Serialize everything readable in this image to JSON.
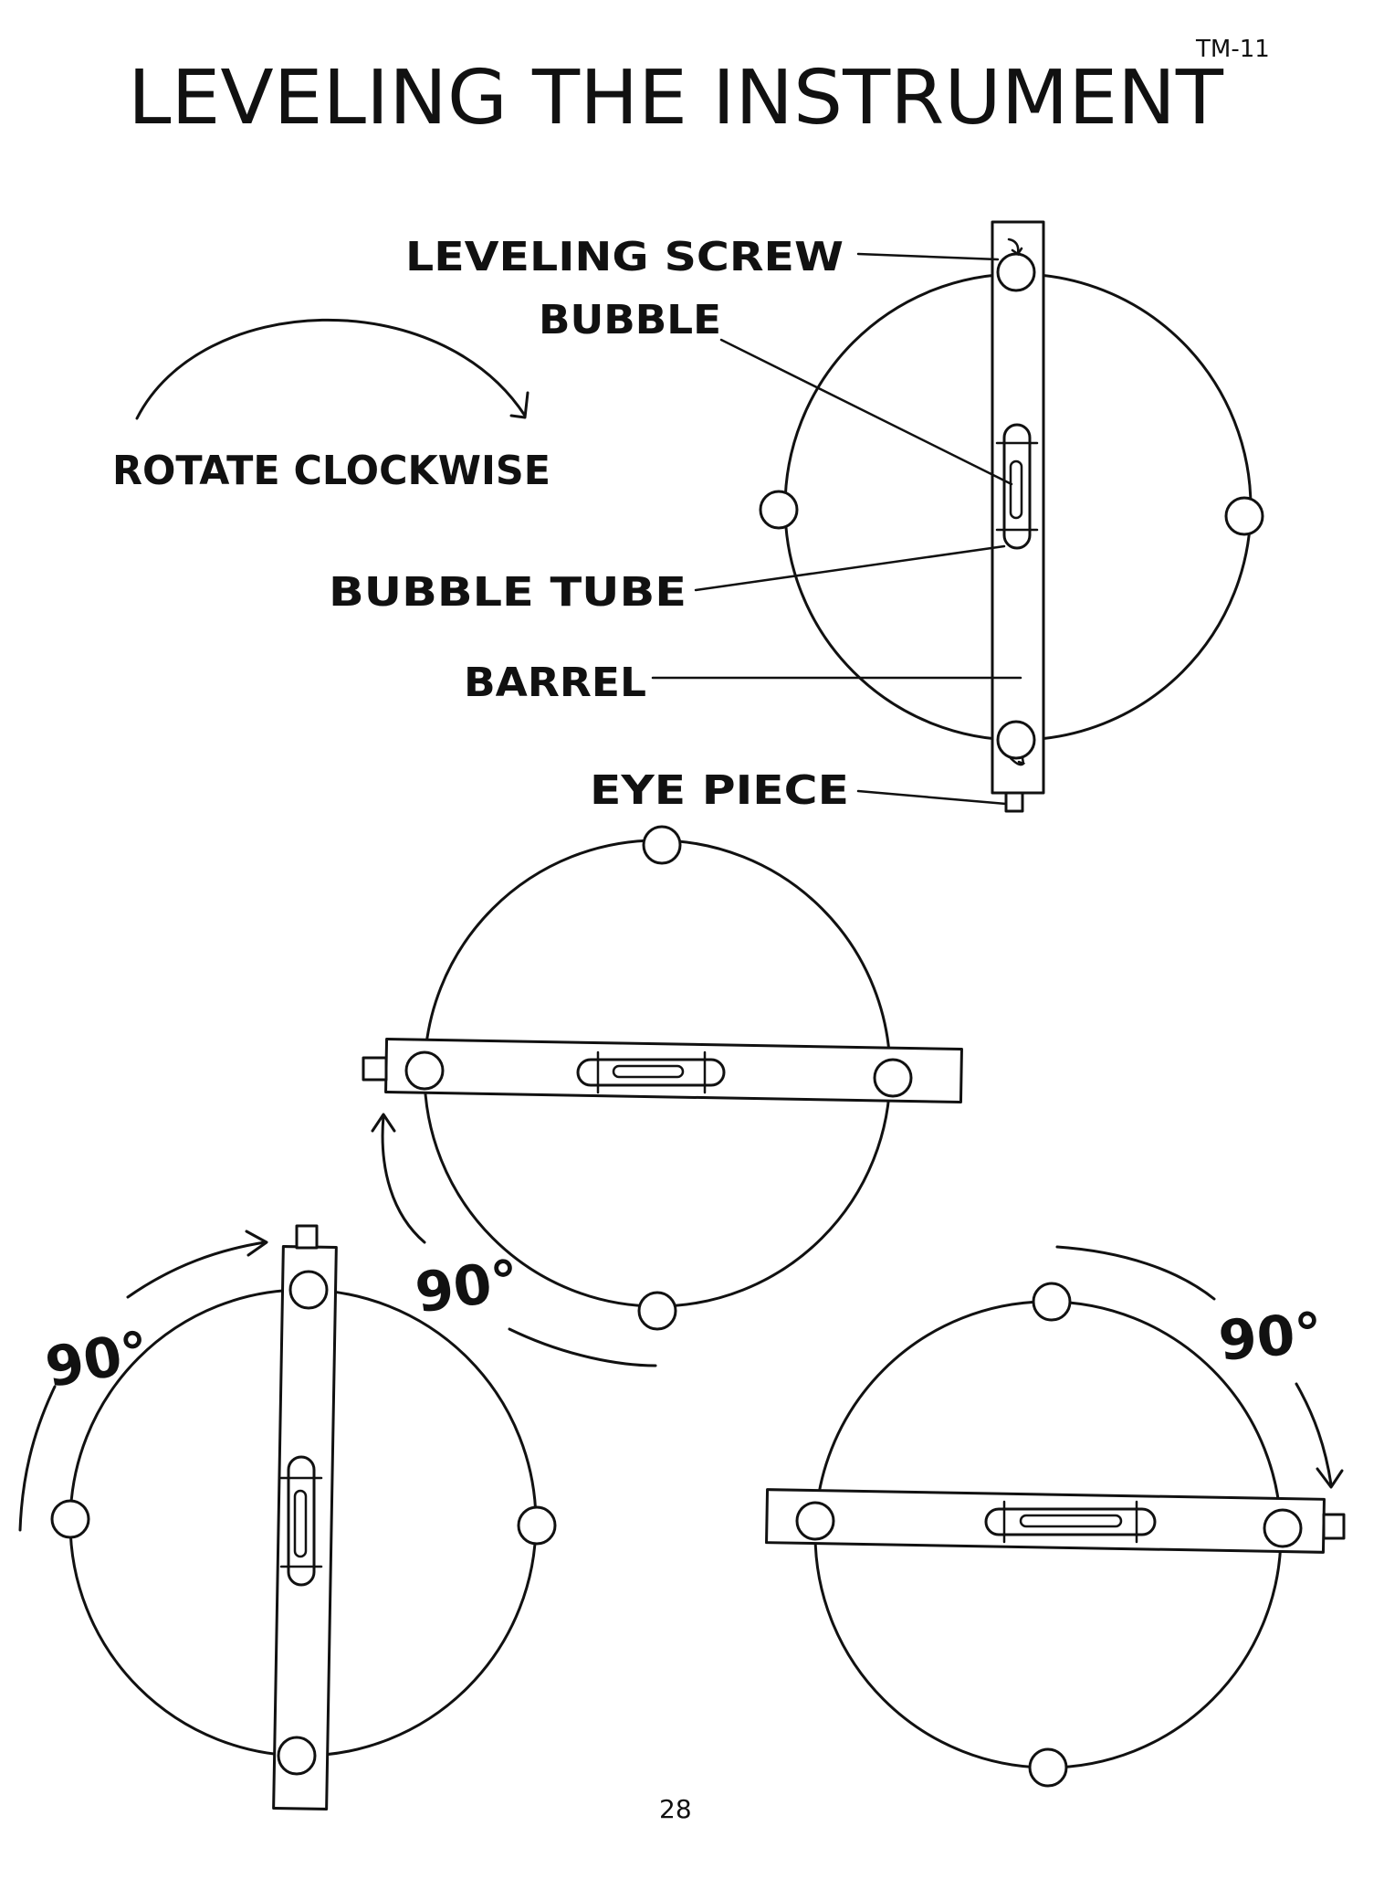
{
  "title": "LEVELING THE INSTRUMENT",
  "doc_code": "TM-11",
  "page_number": "28",
  "labels": {
    "rotate": "ROTATE CLOCKWISE",
    "leveling_screw": "LEVELING SCREW",
    "bubble": "BUBBLE",
    "bubble_tube": "BUBBLE TUBE",
    "barrel": "BARREL",
    "eye_piece": "EYE PIECE"
  },
  "angles": {
    "step1": "90°",
    "step2": "90°",
    "step3": "90°"
  }
}
